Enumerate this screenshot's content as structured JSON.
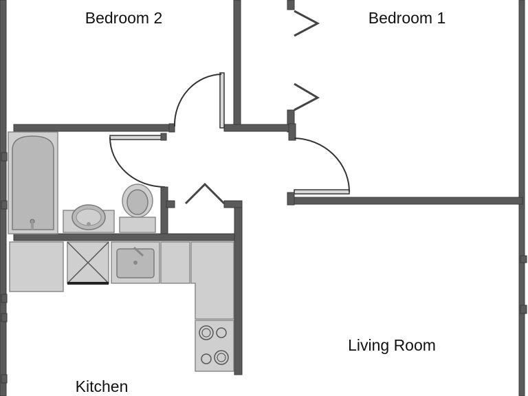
{
  "rooms": {
    "bedroom2": "Bedroom 2",
    "bedroom1": "Bedroom 1",
    "living_room": "Living Room",
    "kitchen": "Kitchen"
  }
}
